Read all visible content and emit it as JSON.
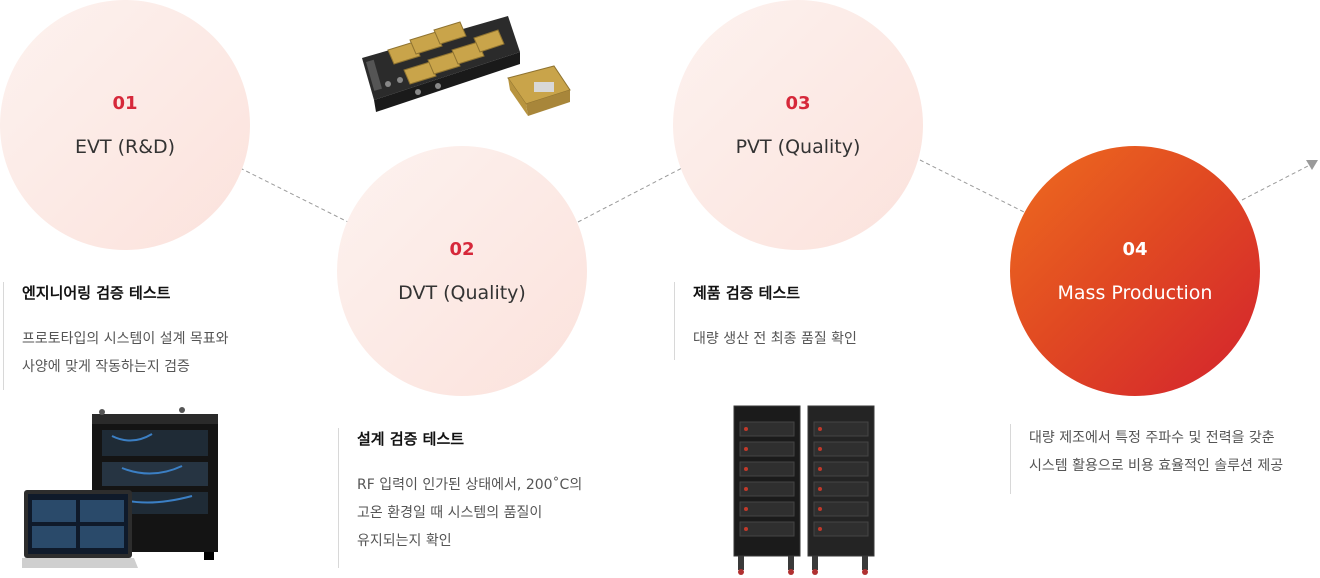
{
  "stages": [
    {
      "num": "01",
      "label": "EVT (R&D)"
    },
    {
      "num": "02",
      "label": "DVT (Quality)"
    },
    {
      "num": "03",
      "label": "PVT (Quality)"
    },
    {
      "num": "04",
      "label": "Mass Production"
    }
  ],
  "descriptions": [
    {
      "title": "엔지니어링 검증 테스트",
      "lines": [
        "프로토타입의 시스템이 설계 목표와",
        "사양에 맞게 작동하는지 검증"
      ]
    },
    {
      "title": "설계 검증 테스트",
      "lines": [
        "RF 입력이 인가된 상태에서, 200˚C의",
        "고온 환경일 때 시스템의 품질이",
        "유지되는지 확인"
      ]
    },
    {
      "title": "제품 검증 테스트",
      "lines": [
        "대량 생산 전 최종 품질 확인"
      ]
    },
    {
      "title": "",
      "lines": [
        "대량 제조에서 특정 주파수 및 전력을 갖춘",
        "시스템 활용으로 비용 효율적인 솔루션 제공"
      ]
    }
  ],
  "colors": {
    "accent": "#d6283a",
    "gradient_start": "#ee6c1f",
    "gradient_end": "#d3222e"
  }
}
